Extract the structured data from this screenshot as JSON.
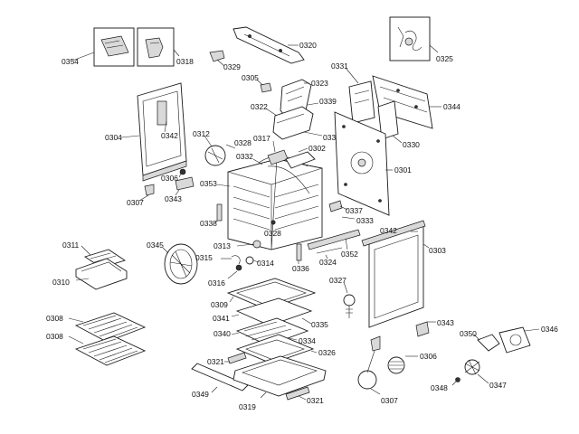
{
  "diagram": {
    "labels": {
      "p0320": "0320",
      "p0354": "0354",
      "p0318": "0318",
      "p0329": "0329",
      "p0325": "0325",
      "p0331": "0331",
      "p0305": "0305",
      "p0323": "0323",
      "p0339": "0339",
      "p0344": "0344",
      "p0304": "0304",
      "p0342a": "0342",
      "p0322": "0322",
      "p0338a": "0338",
      "p0330": "0330",
      "p0312": "0312",
      "p0328a": "0328",
      "p0317": "0317",
      "p0302": "0302",
      "p0332": "0332",
      "p0301": "0301",
      "p0306a": "0306",
      "p0353": "0353",
      "p0307a": "0307",
      "p0343a": "0343",
      "p0337": "0337",
      "p0338b": "0338",
      "p0333": "0333",
      "p0328b": "0328",
      "p0342b": "0342",
      "p0311": "0311",
      "p0345": "0345",
      "p0313": "0313",
      "p0303": "0303",
      "p0315": "0315",
      "p0314": "0314",
      "p0324": "0324",
      "p0352": "0352",
      "p0336": "0336",
      "p0310": "0310",
      "p0316": "0316",
      "p0327": "0327",
      "p0309": "0309",
      "p0341": "0341",
      "p0335": "0335",
      "p0308a": "0308",
      "p0308b": "0308",
      "p0340": "0340",
      "p0343b": "0343",
      "p0334": "0334",
      "p0350": "0350",
      "p0346": "0346",
      "p0326": "0326",
      "p0306b": "0306",
      "p0321a": "0321",
      "p0348": "0348",
      "p0347": "0347",
      "p0349": "0349",
      "p0307b": "0307",
      "p0319": "0319",
      "p0321b": "0321"
    }
  }
}
